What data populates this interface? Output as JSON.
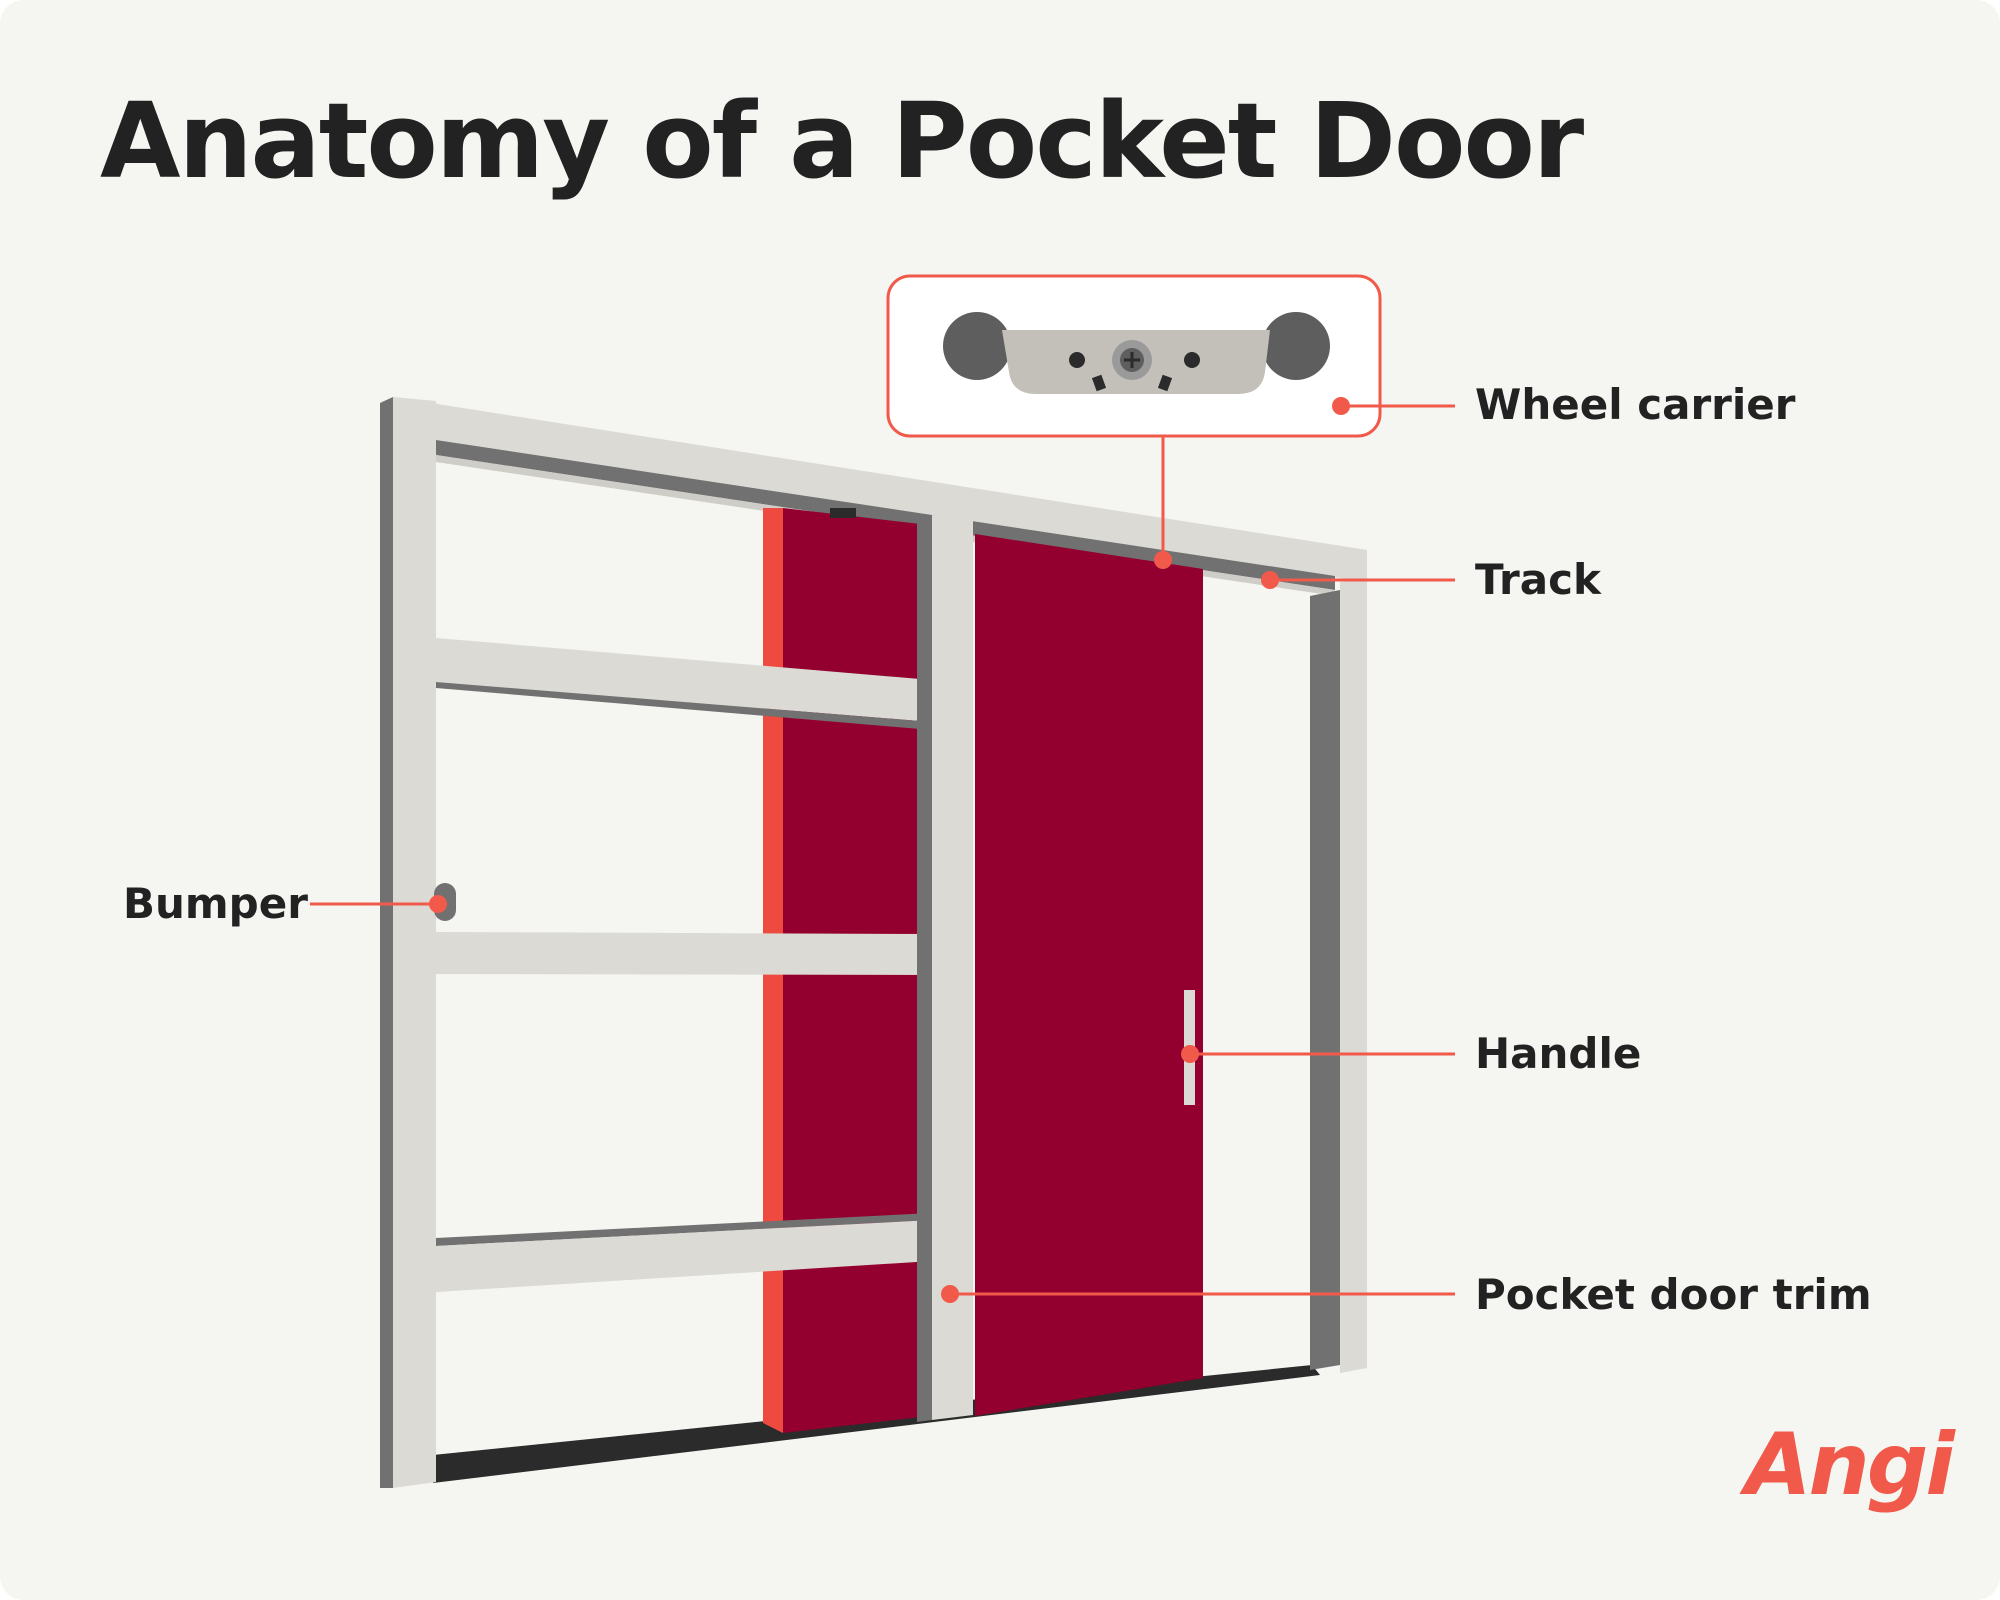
{
  "title": "Anatomy of a Pocket Door",
  "labels": {
    "wheel_carrier": "Wheel carrier",
    "track": "Track",
    "handle": "Handle",
    "pocket_door_trim": "Pocket door trim",
    "bumper": "Bumper"
  },
  "logo_text": "Angi",
  "colors": {
    "background": "#f5f5f1",
    "door": "#93002f",
    "door_edge": "#ee4a3f",
    "frame_light": "#dcdad5",
    "frame_dark": "#717171",
    "callout": "#f15a4a",
    "text": "#222222"
  }
}
